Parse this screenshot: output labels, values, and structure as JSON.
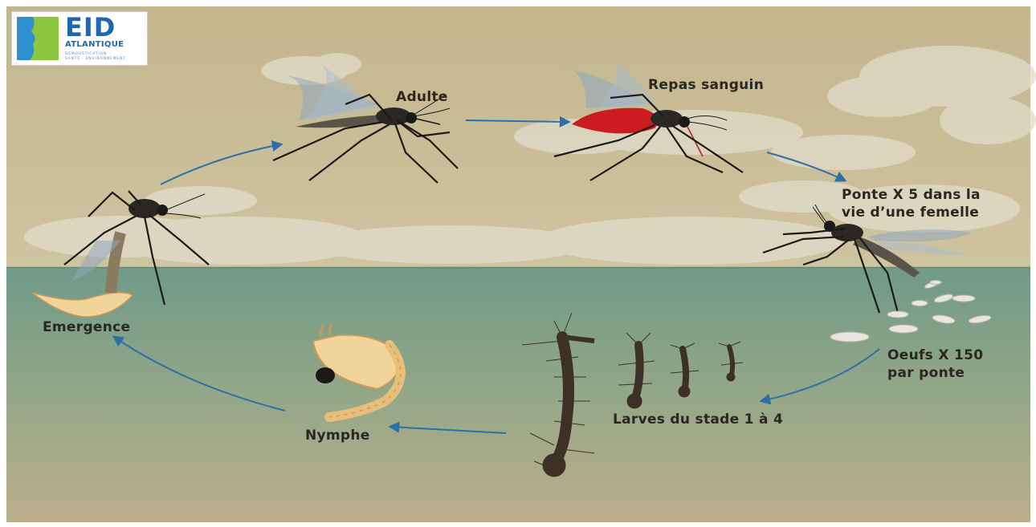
{
  "logo": {
    "title": "EID",
    "subtitle": "ATLANTIQUE",
    "tagline_1": "DÉMOUSTICATION",
    "tagline_2": "SANTÉ · ENVIRONNEMENT",
    "colors": {
      "blue": "#1f67b1",
      "green": "#8dc63f",
      "sea": "#2f8fd0"
    }
  },
  "stages": {
    "adulte": "Adulte",
    "repas": "Repas sanguin",
    "ponte_line1": "Ponte X 5 dans la",
    "ponte_line2": "vie d’une femelle",
    "oeufs_line1": "Oeufs X 150",
    "oeufs_line2": "par ponte",
    "larves": "Larves du stade 1 à 4",
    "nymphe": "Nymphe",
    "emergence": "Emergence"
  },
  "colors": {
    "sky": "#c8bb93",
    "cloud": "#e2dccb",
    "water_top": "#6f9a89",
    "water_bottom": "#b9ad8a",
    "arrow": "#2f6fa8",
    "blood": "#cc1c22",
    "pupa": "#f1d49a"
  }
}
